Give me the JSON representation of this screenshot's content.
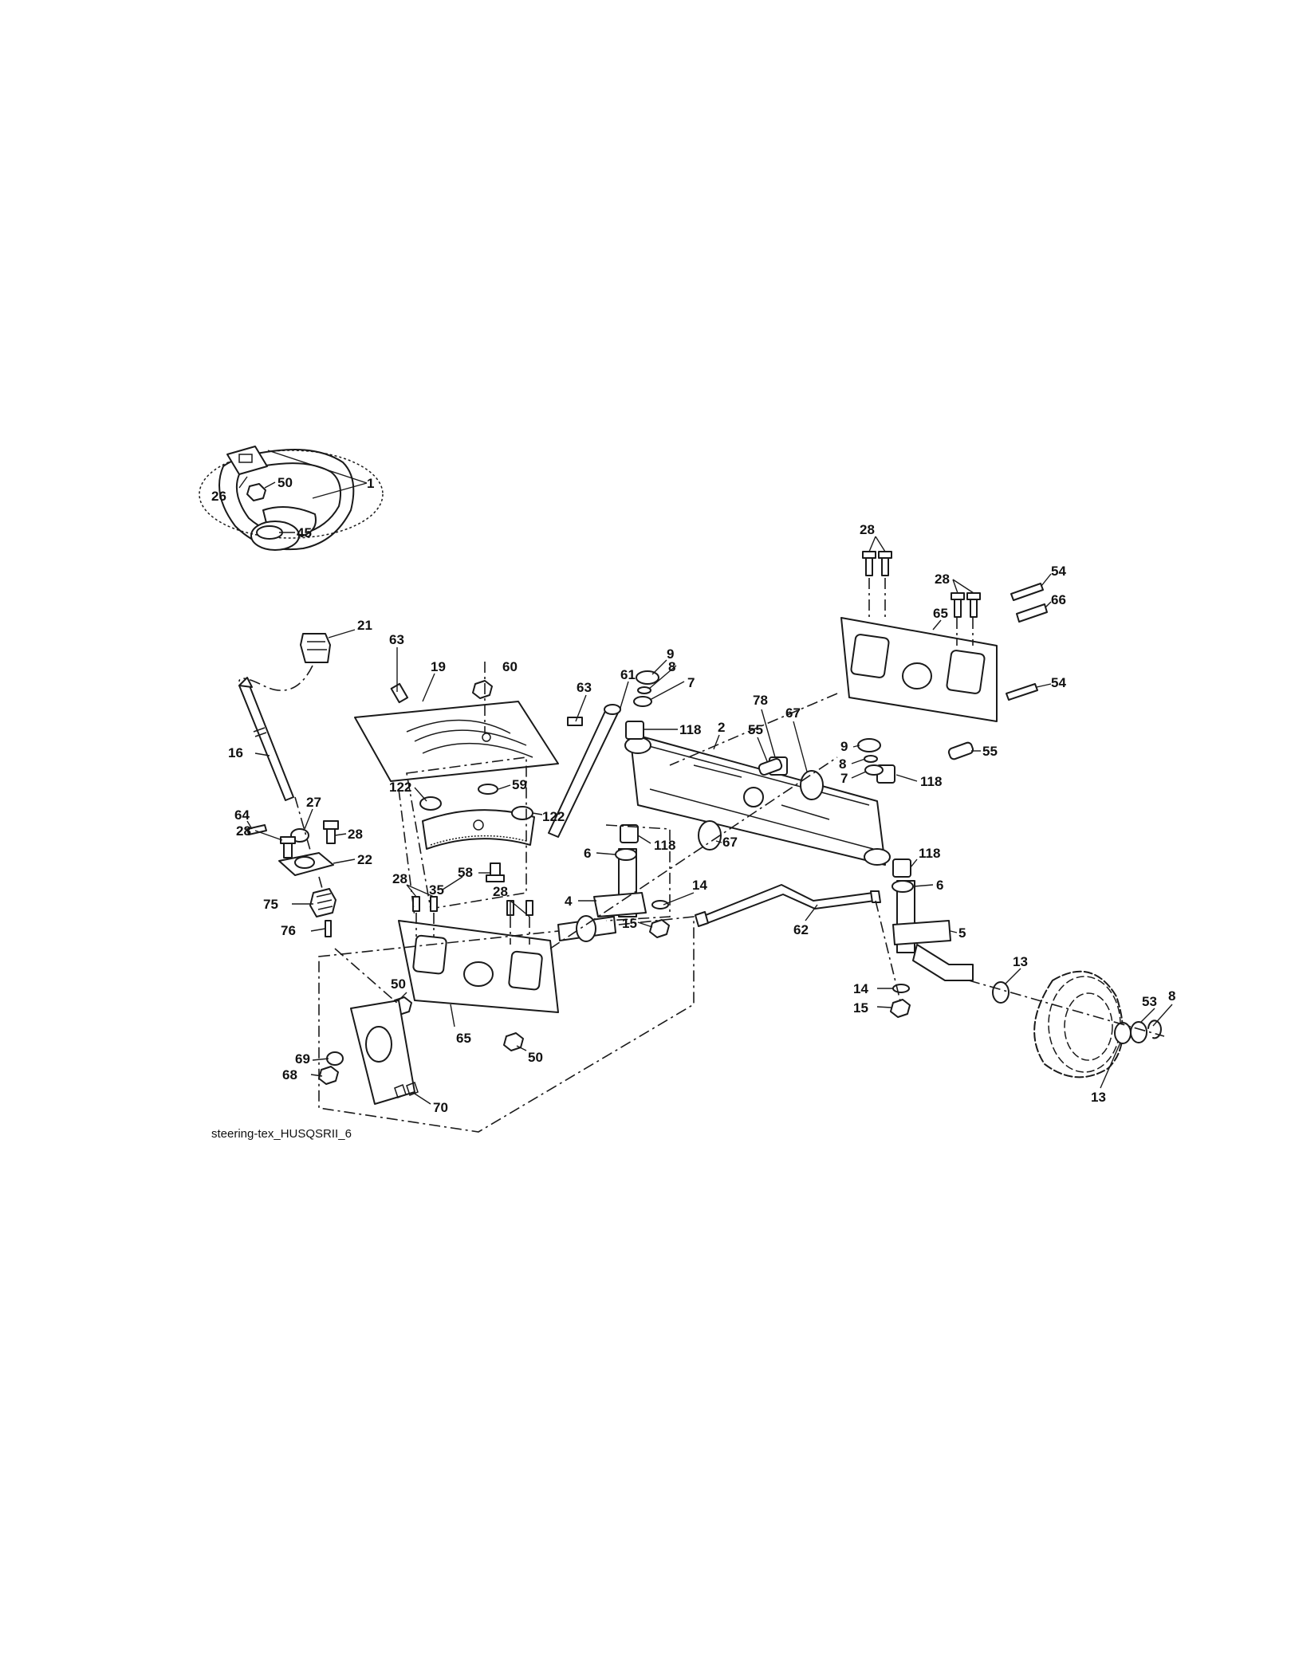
{
  "caption": "steering-tex_HUSQSRII_6",
  "callouts": [
    {
      "label": "1"
    },
    {
      "label": "26"
    },
    {
      "label": "50"
    },
    {
      "label": "45"
    },
    {
      "label": "21"
    },
    {
      "label": "63"
    },
    {
      "label": "19"
    },
    {
      "label": "60"
    },
    {
      "label": "63"
    },
    {
      "label": "16"
    },
    {
      "label": "122"
    },
    {
      "label": "59"
    },
    {
      "label": "122"
    },
    {
      "label": "64"
    },
    {
      "label": "27"
    },
    {
      "label": "28"
    },
    {
      "label": "28"
    },
    {
      "label": "22"
    },
    {
      "label": "28"
    },
    {
      "label": "35"
    },
    {
      "label": "58"
    },
    {
      "label": "75"
    },
    {
      "label": "76"
    },
    {
      "label": "9"
    },
    {
      "label": "61"
    },
    {
      "label": "8"
    },
    {
      "label": "7"
    },
    {
      "label": "118"
    },
    {
      "label": "2"
    },
    {
      "label": "118"
    },
    {
      "label": "6"
    },
    {
      "label": "4"
    },
    {
      "label": "28"
    },
    {
      "label": "14"
    },
    {
      "label": "15"
    },
    {
      "label": "62"
    },
    {
      "label": "28"
    },
    {
      "label": "28"
    },
    {
      "label": "54"
    },
    {
      "label": "66"
    },
    {
      "label": "65"
    },
    {
      "label": "54"
    },
    {
      "label": "78"
    },
    {
      "label": "67"
    },
    {
      "label": "55"
    },
    {
      "label": "9"
    },
    {
      "label": "8"
    },
    {
      "label": "7"
    },
    {
      "label": "118"
    },
    {
      "label": "55"
    },
    {
      "label": "67"
    },
    {
      "label": "118"
    },
    {
      "label": "6"
    },
    {
      "label": "5"
    },
    {
      "label": "13"
    },
    {
      "label": "14"
    },
    {
      "label": "15"
    },
    {
      "label": "53"
    },
    {
      "label": "8"
    },
    {
      "label": "13"
    },
    {
      "label": "50"
    },
    {
      "label": "65"
    },
    {
      "label": "50"
    },
    {
      "label": "69"
    },
    {
      "label": "68"
    },
    {
      "label": "70"
    }
  ]
}
